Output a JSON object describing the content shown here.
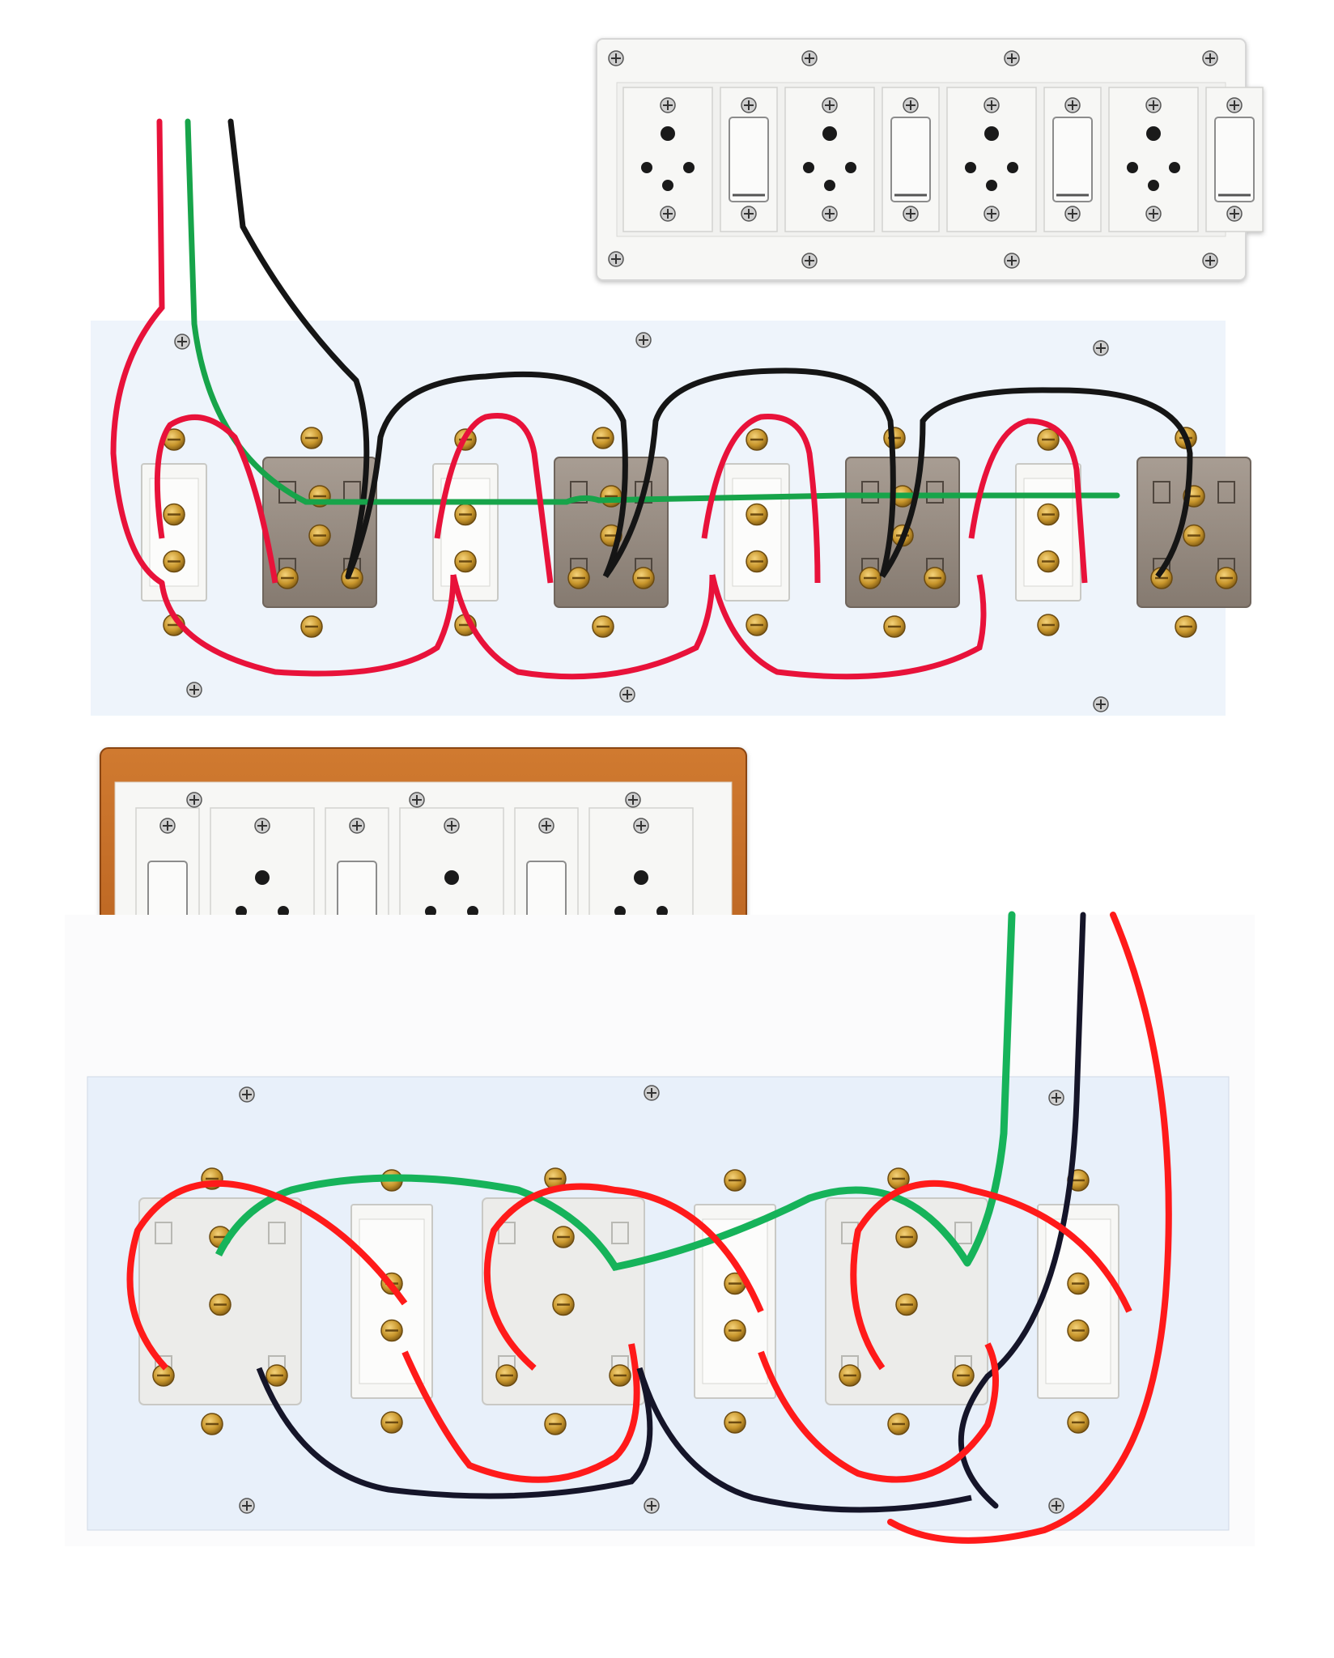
{
  "scene": {
    "description_free": true,
    "colors": {
      "live_wire": "#e8123a",
      "neutral_wire": "#151515",
      "earth_wire": "#17a44a",
      "earth_wire_light": "#16b35a",
      "plate_white": "#f7f7f5",
      "wood_frame": "#c46a26",
      "brass": "#c8962c",
      "socket_body": "#9a9088",
      "back_board_top": "#eef4fb",
      "back_board_bottom": "#e8f0fa"
    },
    "panels": [
      {
        "id": "top-plate",
        "kind": "finished-board",
        "modules": [
          "socket",
          "switch",
          "socket",
          "switch",
          "socket",
          "switch",
          "socket",
          "switch"
        ]
      },
      {
        "id": "top-wiring",
        "kind": "wired-back",
        "modules": [
          "switch",
          "socket",
          "switch",
          "socket",
          "switch",
          "socket",
          "switch",
          "socket"
        ]
      },
      {
        "id": "bottom-plate",
        "kind": "finished-board-wood",
        "modules": [
          "switch",
          "socket",
          "switch",
          "socket",
          "switch",
          "socket"
        ]
      },
      {
        "id": "bottom-wiring",
        "kind": "wired-back",
        "modules": [
          "socket",
          "switch",
          "socket",
          "switch",
          "socket",
          "switch"
        ]
      }
    ],
    "icons": [
      "screw-icon",
      "socket-hole-icon",
      "rocker-switch-icon",
      "terminal-icon"
    ]
  }
}
